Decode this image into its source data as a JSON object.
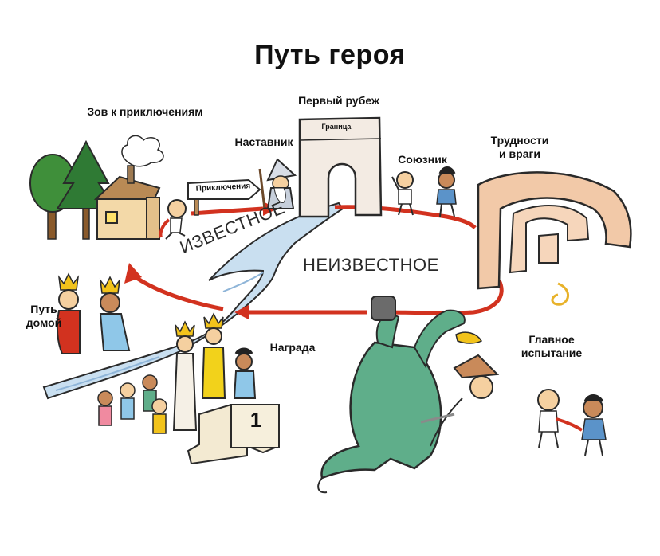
{
  "title": "Путь героя",
  "labels": {
    "call": "Зов к приключениям",
    "threshold": "Первый рубеж",
    "mentor": "Наставник",
    "ally": "Союзник",
    "trials": "Трудности\nи враги",
    "return": "Путь\nдомой",
    "reward": "Награда",
    "ordeal": "Главное\nиспытание"
  },
  "signs": {
    "arch": "Граница",
    "arrow_sign": "Приключения"
  },
  "zones": {
    "known": "ИЗВЕСТНОЕ",
    "unknown": "НЕИЗВЕСТНОЕ"
  },
  "podium_place": "1",
  "colors": {
    "path_arrow": "#d2321f",
    "river": "#c9dff0",
    "arch": "#f3ebe3",
    "maze": "#f2c9a8",
    "dragon": "#5fae8a",
    "tree": "#3f8f3a",
    "house_wall": "#f3d9a8",
    "house_roof": "#b98a55",
    "crown": "#f2c31b"
  },
  "icons": [
    "tree-icon",
    "house-icon",
    "signpost-icon",
    "mentor-wizard-icon",
    "arch-gate-icon",
    "ally-character-icon",
    "maze-icon",
    "dragon-icon",
    "hero-icon",
    "crowd-icon",
    "podium-icon",
    "king-icon"
  ]
}
